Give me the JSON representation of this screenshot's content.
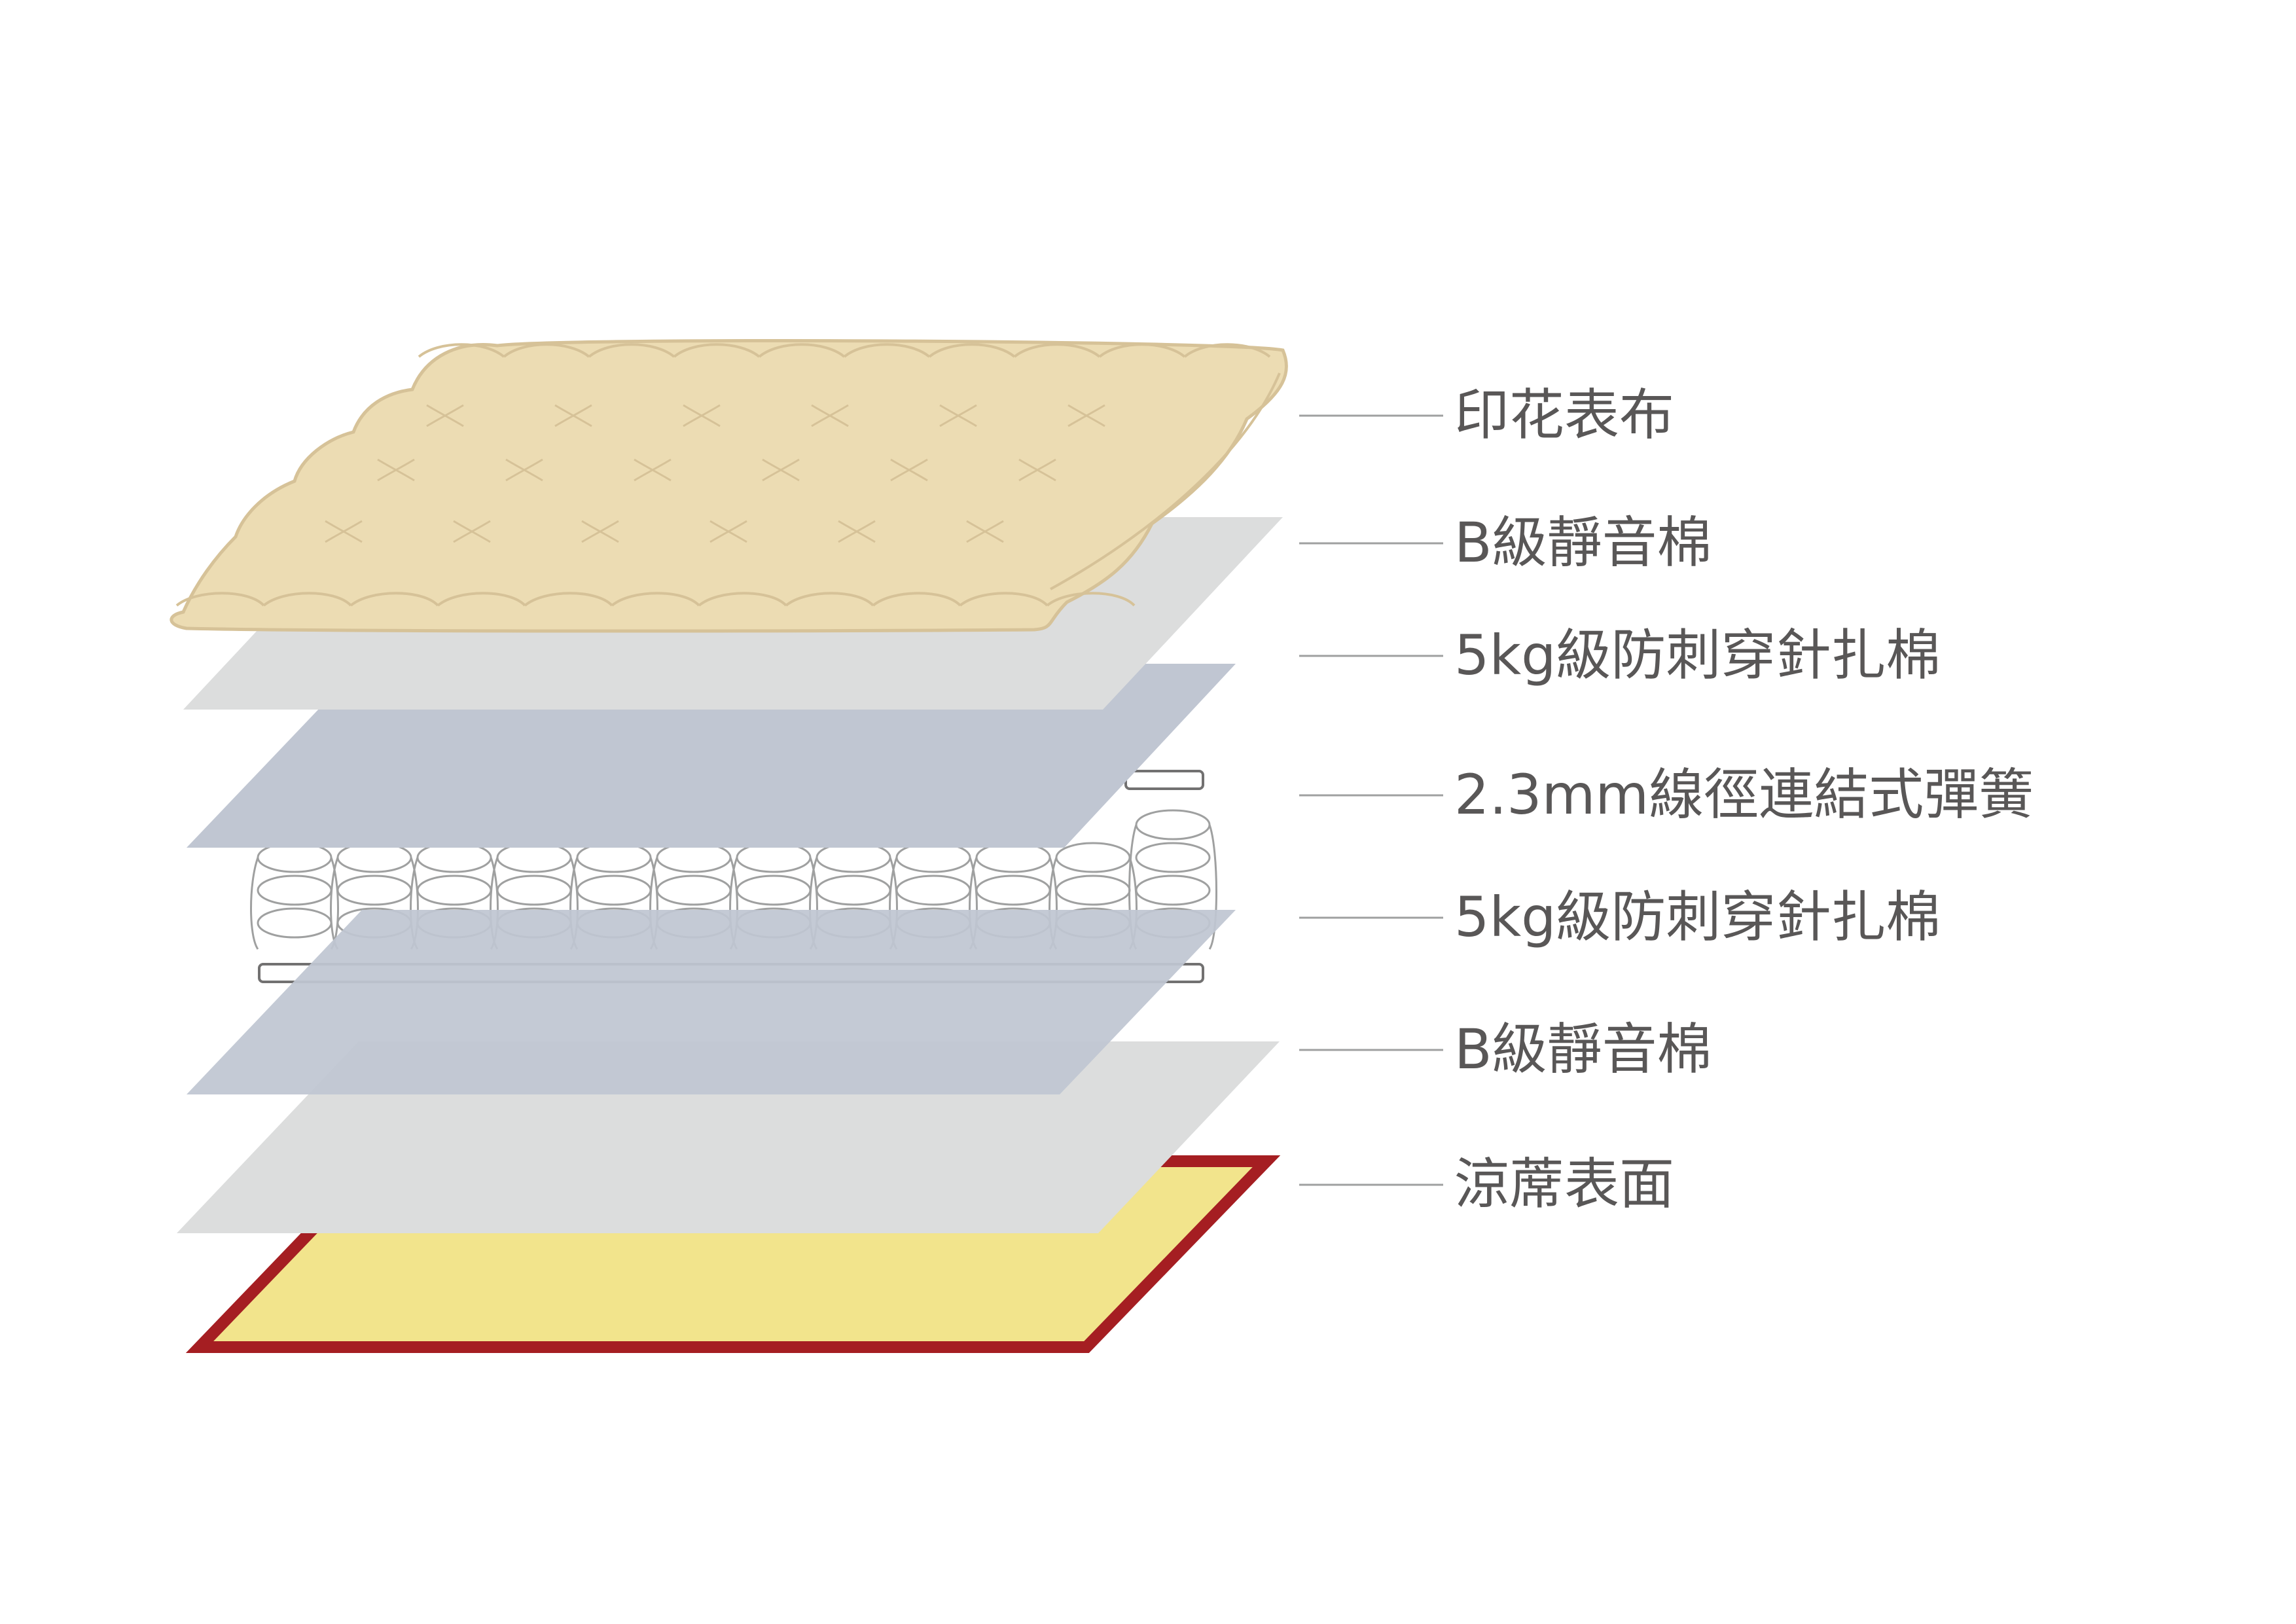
{
  "layers": [
    {
      "label": "印花表布",
      "color": "#ecdcb3",
      "stroke": "#d6c298"
    },
    {
      "label": "B級靜音棉",
      "color": "#dcdddd"
    },
    {
      "label": "5kg級防刺穿針扎棉",
      "color": "#c0c6d2"
    },
    {
      "label": "2.3mm線徑連結式彈簧",
      "color": "#ffffff",
      "stroke": "#595757"
    },
    {
      "label": "5kg級防刺穿針扎棉",
      "color": "#c0c6d2"
    },
    {
      "label": "B級靜音棉",
      "color": "#dcdddd"
    },
    {
      "label": "涼蓆表面",
      "color": "#f2e48c",
      "stroke": "#a51e22"
    }
  ],
  "colors": {
    "label_text": "#595757",
    "leader_line": "#9fa0a0",
    "spring_line": "#9fa0a0"
  }
}
